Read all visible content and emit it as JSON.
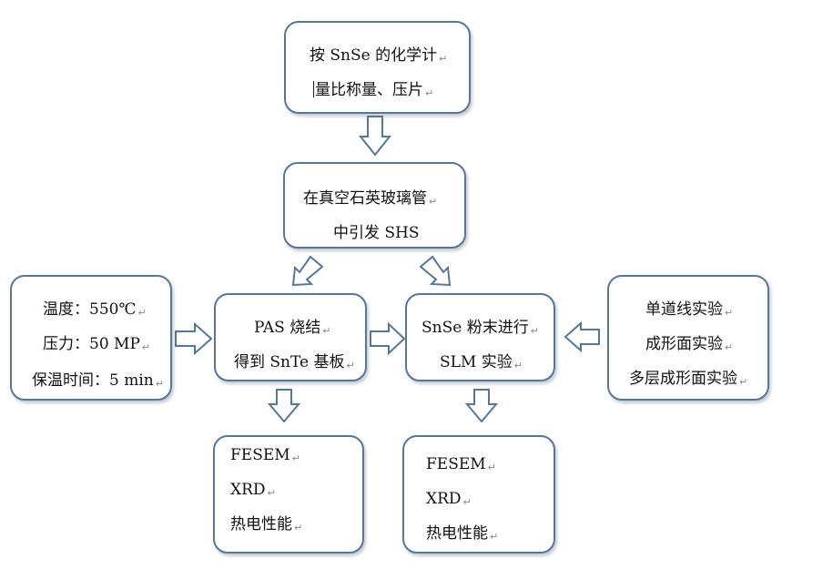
{
  "paragraph_mark": "↵",
  "boxes": {
    "step1": {
      "lines": [
        "按 SnSe 的化学计",
        "量比称量、压片"
      ]
    },
    "step2": {
      "lines": [
        "在真空石英玻璃管",
        "中引发 SHS"
      ]
    },
    "conditions": {
      "lines": [
        "温度：550℃",
        "压力：50 MP",
        "保温时间：5 min"
      ]
    },
    "pas": {
      "lines": [
        "PAS 烧结",
        "得到 SnTe 基板"
      ]
    },
    "slm": {
      "lines": [
        "SnSe 粉末进行",
        "SLM 实验"
      ]
    },
    "experiments": {
      "lines": [
        "单道线实验",
        "成形面实验",
        "多层成形面实验"
      ]
    },
    "char_left": {
      "lines": [
        "FESEM",
        "XRD",
        "热电性能"
      ]
    },
    "char_right": {
      "lines": [
        "FESEM",
        "XRD",
        "热电性能"
      ]
    }
  }
}
